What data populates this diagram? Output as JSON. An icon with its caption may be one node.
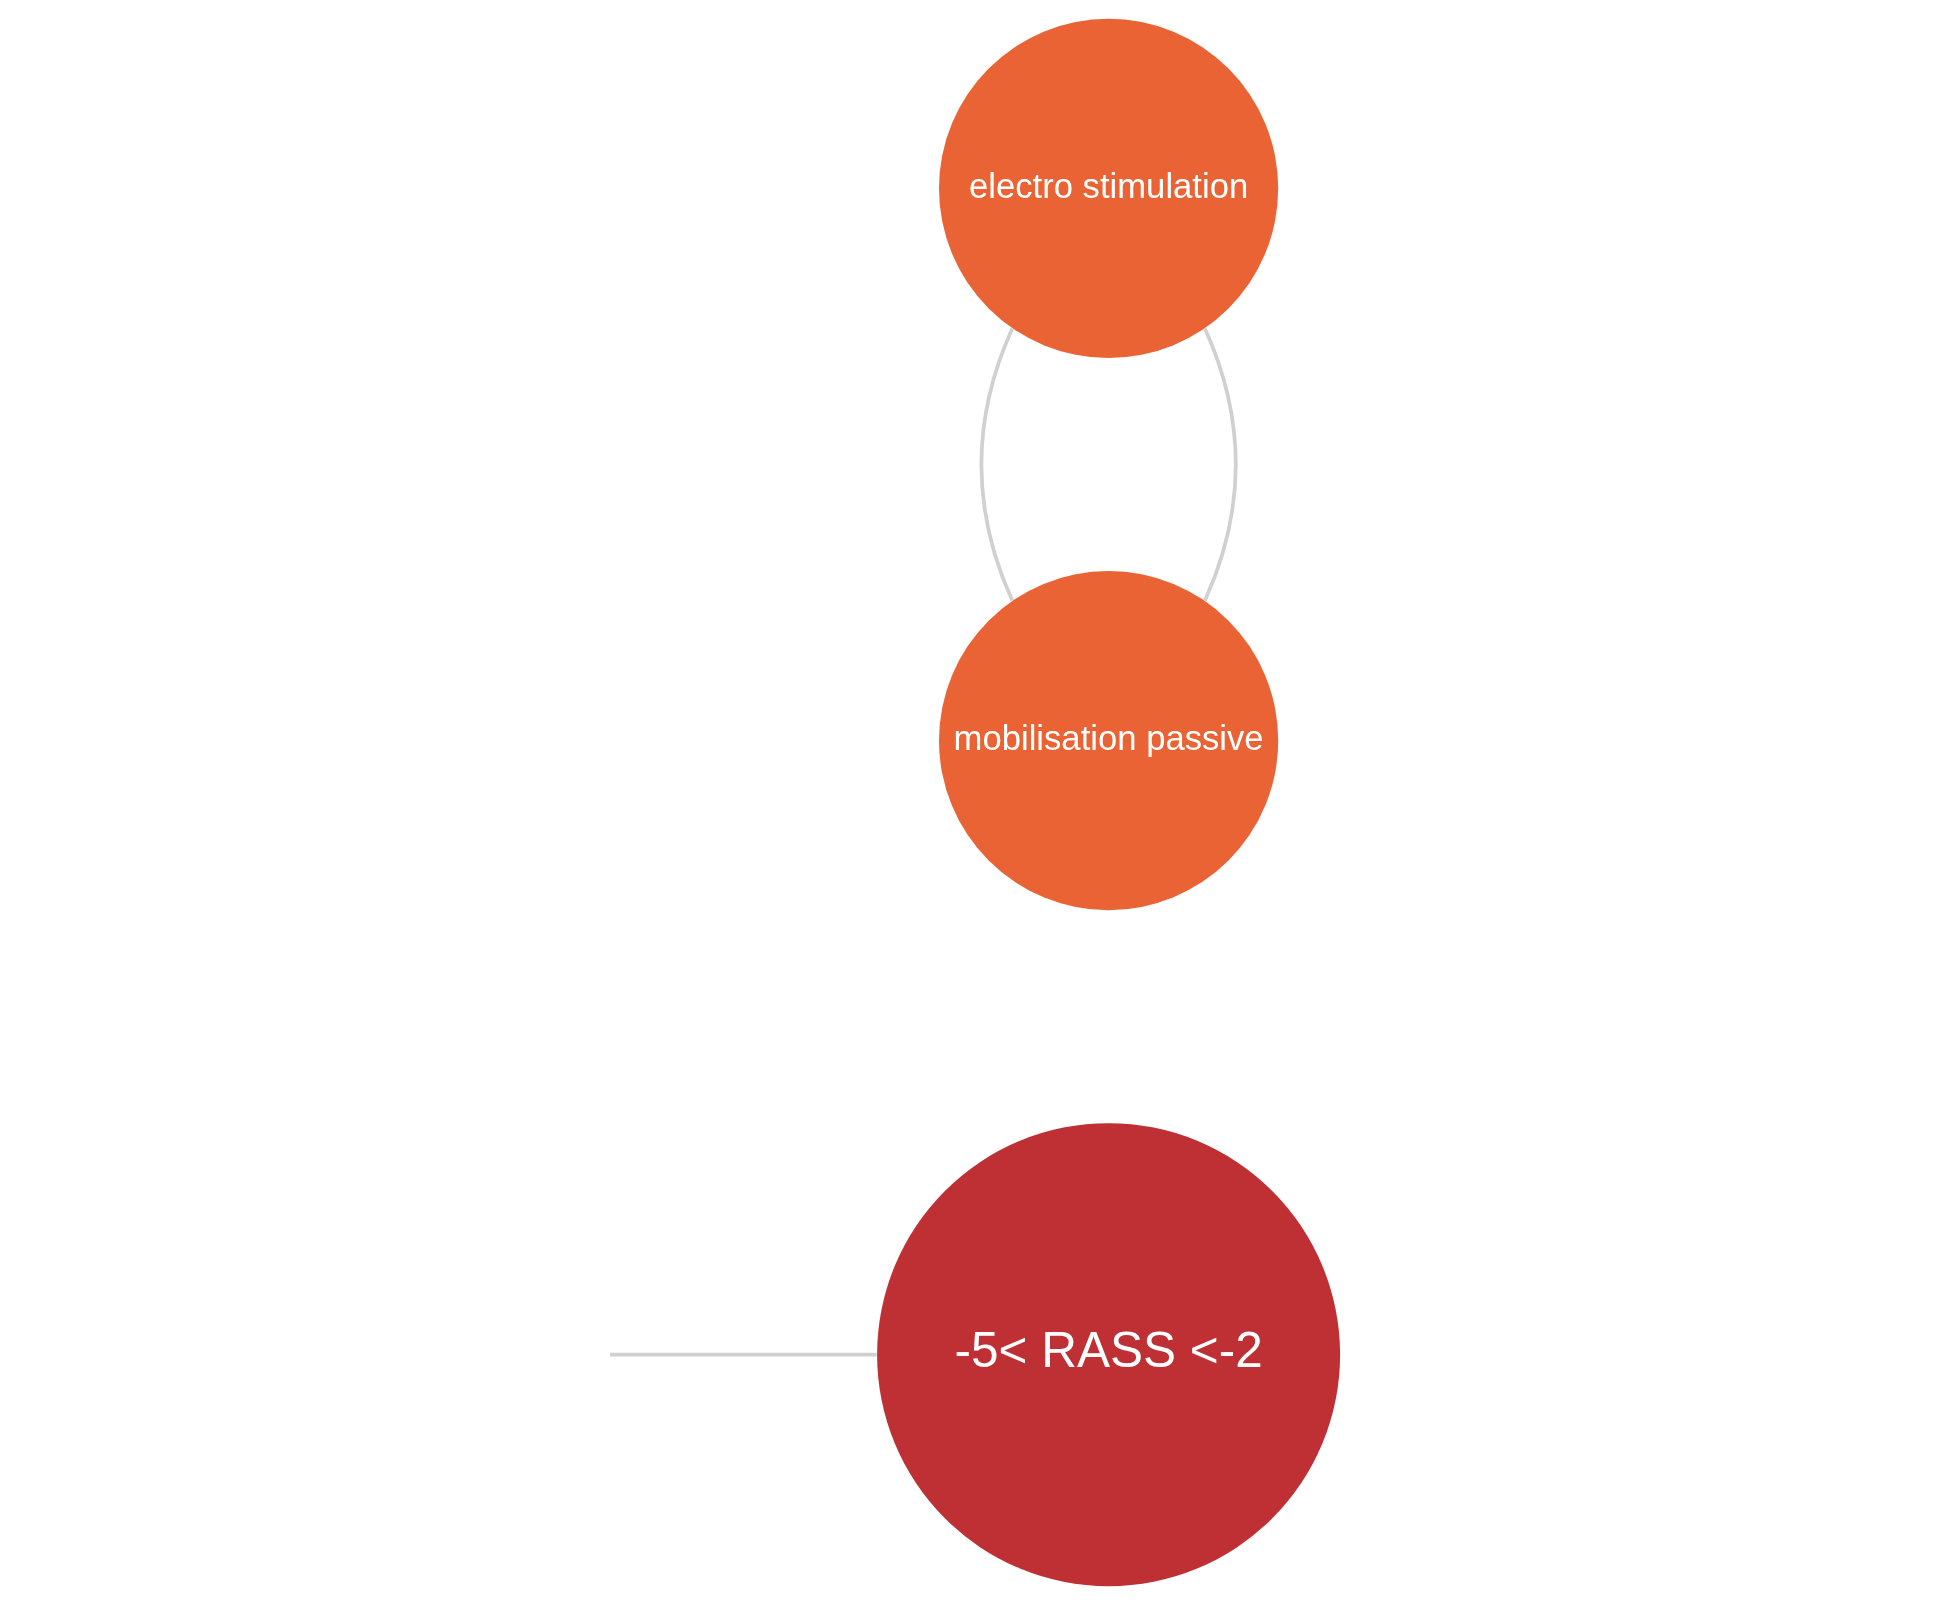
{
  "diagram": {
    "nodes": [
      {
        "text": [
          "-5< RASS <-2"
        ]
      },
      {
        "text": [
          "electro stimulation"
        ]
      },
      {
        "text": [
          "mobilisation passive"
        ]
      }
    ],
    "edges": [
      {
        "from": null,
        "to": 0,
        "arrow": "none"
      },
      {
        "from": 1,
        "to": 2,
        "arrow": "none"
      },
      {
        "from": 1,
        "to": 2,
        "arrow": "none"
      }
    ]
  }
}
